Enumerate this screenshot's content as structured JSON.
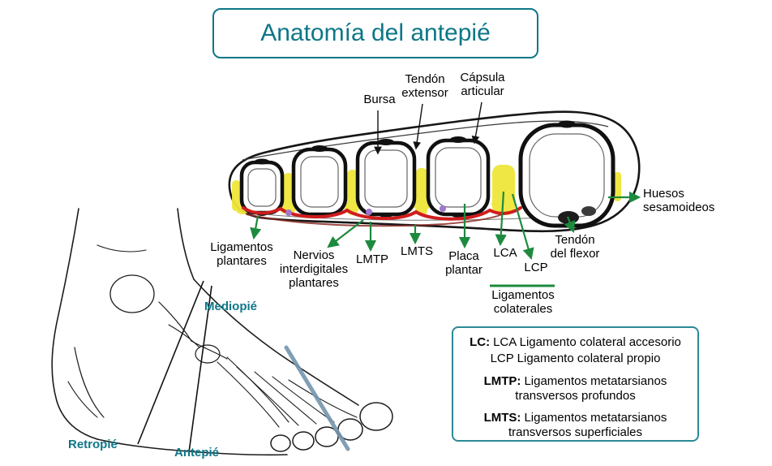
{
  "title": "Anatomía del antepié",
  "colors": {
    "teal_accent": "#0e7787",
    "legend_border": "#2a8a96",
    "arrow_green": "#1d8a3e",
    "ligament_yellow": "#efe63a",
    "plantar_plate_red": "#cf1d1d",
    "nerve_purple": "#a176cf",
    "forefoot_line_blue": "#7495ae"
  },
  "cross_section": {
    "top_labels": {
      "bursa": "Bursa",
      "extensor_tendon": "Tendón extensor",
      "articular_capsule": "Cápsula articular"
    },
    "right_labels": {
      "sesamoid_bones": "Huesos sesamoideos"
    },
    "bottom_labels": {
      "plantar_ligaments": "Ligamentos plantares",
      "interdigital_nerves": "Nervios interdigitales plantares",
      "lmtp": "LMTP",
      "lmts": "LMTS",
      "plantar_plate": "Placa plantar",
      "lca": "LCA",
      "lcp": "LCP",
      "collateral_ligaments": "Ligamentos colaterales",
      "flexor_tendon": "Tendón del flexor"
    }
  },
  "foot_regions": {
    "midfoot": "Mediopié",
    "hindfoot": "Retropié",
    "forefoot": "Antepié"
  },
  "legend": {
    "entries": [
      {
        "term": "LC:",
        "text": "LCA Ligamento colateral accesorio"
      },
      {
        "term": "",
        "text": "LCP Ligamento colateral propio"
      },
      {
        "term": "LMTP:",
        "text": "Ligamentos metatarsianos transversos profundos"
      },
      {
        "term": "LMTS:",
        "text": "Ligamentos metatarsianos transversos superficiales"
      }
    ]
  }
}
